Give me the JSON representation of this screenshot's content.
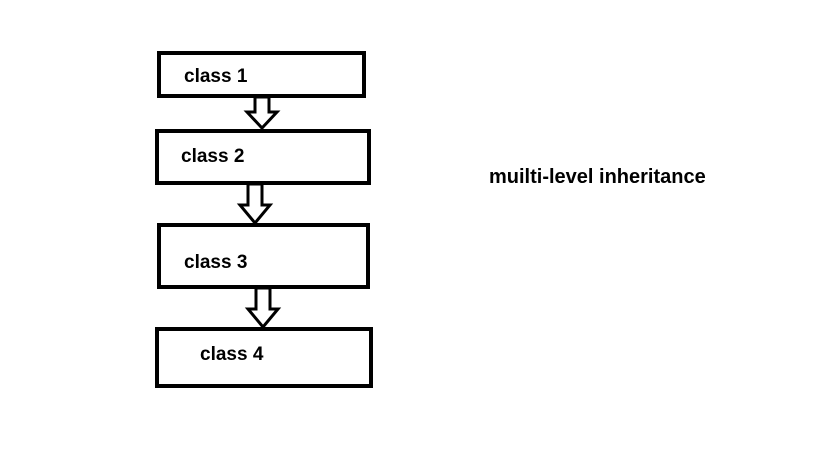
{
  "diagram": {
    "caption": "muilti-level inheritance",
    "classes": [
      {
        "label": "class 1"
      },
      {
        "label": "class 2"
      },
      {
        "label": "class 3"
      },
      {
        "label": "class 4"
      }
    ],
    "arrows": [
      {
        "from": "class 1",
        "to": "class 2"
      },
      {
        "from": "class 2",
        "to": "class 3"
      },
      {
        "from": "class 3",
        "to": "class 4"
      }
    ],
    "colors": {
      "stroke": "#000000",
      "background": "#ffffff"
    }
  }
}
